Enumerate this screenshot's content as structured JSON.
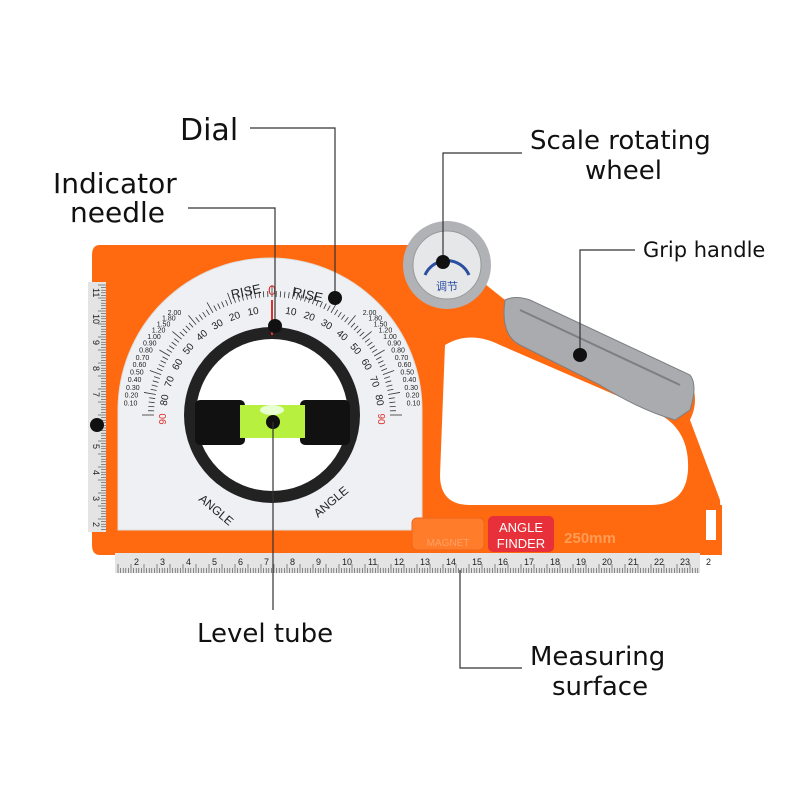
{
  "callouts": {
    "dial": "Dial",
    "indicator_needle": [
      "Indicator",
      "needle"
    ],
    "scale_wheel": [
      "Scale rotating",
      "wheel"
    ],
    "grip_handle": "Grip handle",
    "level_tube": "Level tube",
    "measuring_surface": [
      "Measuring",
      "surface"
    ]
  },
  "product": {
    "dial_rise_label": "RISE",
    "dial_angle_label": "ANGLE",
    "dial_zero": "0",
    "wheel_label": "调节",
    "badge_line1": "ANGLE",
    "badge_line2": "FINDER",
    "magnet_label": "MAGNET",
    "size_label": "250mm",
    "angle_scale": [
      "10",
      "20",
      "30",
      "40",
      "50",
      "60",
      "70",
      "80",
      "90"
    ],
    "rise_scale": [
      "0.10",
      "0.20",
      "0.30",
      "0.40",
      "0.50",
      "0.60",
      "0.70",
      "0.80",
      "0.90",
      "1.00",
      "1.20",
      "1.50",
      "1.80",
      "2.00"
    ],
    "bottom_ruler": [
      "2",
      "3",
      "4",
      "5",
      "6",
      "7",
      "8",
      "9",
      "10",
      "11",
      "12",
      "13",
      "14",
      "15",
      "16",
      "17",
      "18",
      "19",
      "20",
      "21",
      "22",
      "23",
      "2"
    ],
    "left_ruler": [
      "11",
      "10",
      "9",
      "8",
      "7",
      "6",
      "5",
      "4",
      "3",
      "2"
    ]
  },
  "colors": {
    "body": "#ff6a10",
    "grip": "#a9abae",
    "badge": "#e8303a",
    "level_fluid": "#b8f040"
  }
}
